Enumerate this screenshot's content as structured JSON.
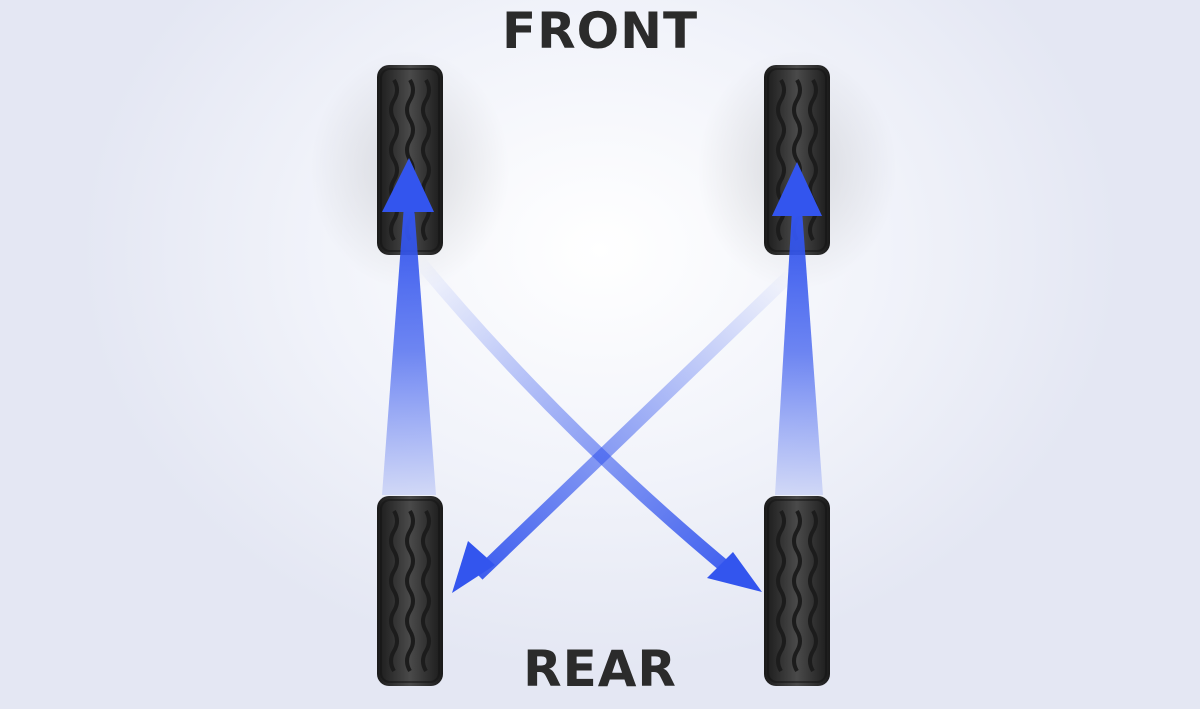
{
  "labels": {
    "front": "FRONT",
    "rear": "REAR"
  },
  "colors": {
    "arrow": "#3355ee",
    "tire": "#2a2a2a",
    "label": "#2b2b2b"
  },
  "tires": [
    "front-left",
    "front-right",
    "rear-left",
    "rear-right"
  ],
  "rotation": [
    {
      "from": "rear-left",
      "to": "front-left"
    },
    {
      "from": "rear-right",
      "to": "front-right"
    },
    {
      "from": "front-left",
      "to": "rear-right"
    },
    {
      "from": "front-right",
      "to": "rear-left"
    }
  ]
}
